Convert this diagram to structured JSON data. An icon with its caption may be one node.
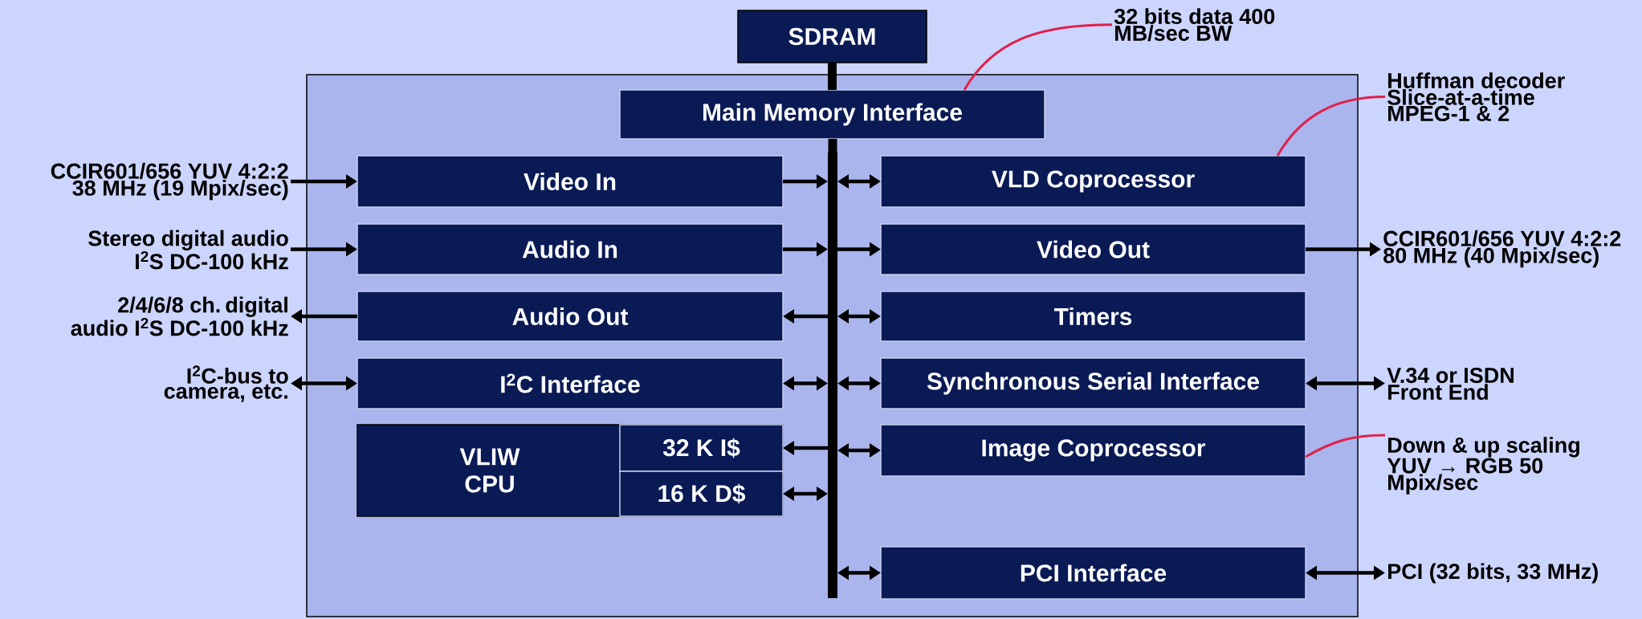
{
  "diagram": {
    "nodes": [
      {
        "text": [
          "SDRAM"
        ]
      },
      {
        "text": [],
        "shape": "box"
      },
      {
        "text": [
          "Main Memory Interface"
        ],
        "in": 1
      },
      {
        "text": [],
        "shape": "bar",
        "in": 1
      },
      {
        "text": [
          "Video In"
        ],
        "in": 1
      },
      {
        "text": [
          "VLD Coprocessor"
        ],
        "in": 1
      },
      {
        "text": [
          "Audio In"
        ],
        "in": 1
      },
      {
        "text": [
          "Video Out"
        ],
        "in": 1
      },
      {
        "text": [
          "Audio Out"
        ],
        "in": 1
      },
      {
        "text": [
          "Timers"
        ],
        "in": 1
      },
      {
        "text": [
          "I$^{2}$C Interface"
        ],
        "in": 1
      },
      {
        "text": [
          "Synchronous Serial Interface"
        ],
        "in": 1
      },
      {
        "text": [
          "VLIW CPU"
        ],
        "in": 1
      },
      {
        "text": [
          "32 K I$"
        ],
        "in": 12
      },
      {
        "text": [
          "16 K D$"
        ],
        "in": 12
      },
      {
        "text": [
          "Image Coprocessor"
        ],
        "in": 1
      },
      {
        "text": [
          "PCI Interface"
        ],
        "in": 1
      },
      {
        "text": [
          "32 bits data 400 MB/sec BW"
        ]
      },
      {
        "text": [
          "Huffman decoder Slice-at-a-time MPEG-1 & 2"
        ]
      },
      {
        "text": [
          "CCIR601/656 YUV 4:2:2 38 MHz (19 Mpix/sec)"
        ]
      },
      {
        "text": [
          "Stereo digital audio I$^{2}$S DC-100 kHz"
        ]
      },
      {
        "text": [
          "CCIR601/656 YUV 4:2:2 80 MHz (40 Mpix/sec)"
        ]
      },
      {
        "text": [
          "2/4/6/8 ch. digital audio I$^{2}$S DC-100 kHz"
        ]
      },
      {
        "text": [
          "I$^{2}$C-bus to camera, etc."
        ]
      },
      {
        "text": [
          "V.34 or ISDN Front End"
        ]
      },
      {
        "text": [
          "Down & up scaling YUV → RGB 50 Mpix/sec"
        ]
      },
      {
        "text": [
          "PCI (32 bits, 33 MHz)"
        ]
      }
    ],
    "edges": [
      {
        "from": 0,
        "to": 2,
        "arrow": "none",
        "style": "thick"
      },
      {
        "from": 2,
        "to": 3,
        "arrow": "none",
        "style": "thick"
      },
      {
        "from": 19,
        "to": 4,
        "arrow": "to"
      },
      {
        "from": 4,
        "to": 3,
        "arrow": "to"
      },
      {
        "from": 3,
        "to": 5,
        "arrow": "both"
      },
      {
        "from": 20,
        "to": 6,
        "arrow": "to"
      },
      {
        "from": 6,
        "to": 3,
        "arrow": "to"
      },
      {
        "from": 3,
        "to": 7,
        "arrow": "to"
      },
      {
        "from": 7,
        "to": 21,
        "arrow": "to"
      },
      {
        "from": 8,
        "to": 22,
        "arrow": "to"
      },
      {
        "from": 3,
        "to": 8,
        "arrow": "to"
      },
      {
        "from": 3,
        "to": 9,
        "arrow": "both"
      },
      {
        "from": 23,
        "to": 10,
        "arrow": "both"
      },
      {
        "from": 10,
        "to": 3,
        "arrow": "both"
      },
      {
        "from": 3,
        "to": 11,
        "arrow": "both"
      },
      {
        "from": 11,
        "to": 24,
        "arrow": "both"
      },
      {
        "from": 3,
        "to": 13,
        "arrow": "to"
      },
      {
        "from": 14,
        "to": 3,
        "arrow": "both"
      },
      {
        "from": 3,
        "to": 15,
        "arrow": "both"
      },
      {
        "from": 3,
        "to": 16,
        "arrow": "both"
      },
      {
        "from": 16,
        "to": 26,
        "arrow": "both"
      },
      {
        "from": 17,
        "to": 2,
        "arrow": "none",
        "color": "#e0204a"
      },
      {
        "from": 18,
        "to": 5,
        "arrow": "none",
        "color": "#e0204a"
      },
      {
        "from": 25,
        "to": 15,
        "arrow": "none",
        "color": "#e0204a"
      }
    ]
  }
}
